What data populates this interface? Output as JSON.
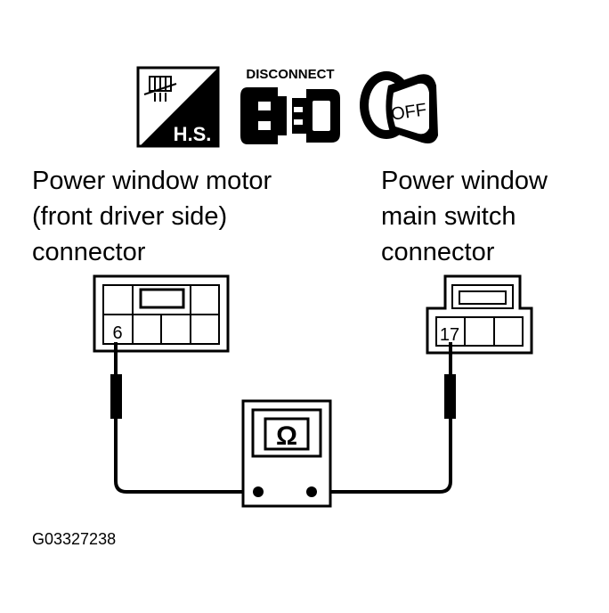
{
  "icons": {
    "harness_sign": {
      "label": "H.S.",
      "name": "harness-sign-icon"
    },
    "disconnect": {
      "label": "DISCONNECT",
      "name": "disconnect-connector-icon"
    },
    "ignition": {
      "label": "OFF",
      "name": "ignition-key-off-icon"
    }
  },
  "left_connector": {
    "title_lines": [
      "Power window motor",
      "(front driver side)",
      "connector"
    ],
    "terminal": "6"
  },
  "right_connector": {
    "title_lines": [
      "Power window",
      "main switch",
      "connector"
    ],
    "terminal": "17"
  },
  "meter": {
    "symbol": "Ω",
    "name": "ohmmeter"
  },
  "figure_id": "G03327238"
}
